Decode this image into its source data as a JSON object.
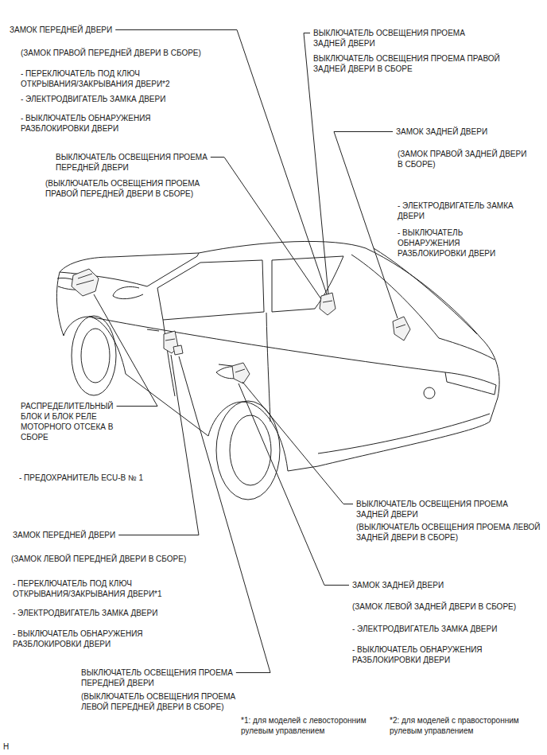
{
  "diagram": {
    "labels": [
      "ЗАМОК ПЕРЕДНЕЙ ДВЕРИ",
      "(ЗАМОК ПРАВОЙ ПЕРЕДНЕЙ ДВЕРИ В СБОРЕ)",
      "- ПЕРЕКЛЮЧАТЕЛЬ ПОД КЛЮЧ ОТКРЫВАНИЯ/ЗАКРЫВАНИЯ ДВЕРИ*2",
      "- ЭЛЕКТРОДВИГАТЕЛЬ ЗАМКА ДВЕРИ",
      "- ВЫКЛЮЧАТЕЛЬ ОБНАРУЖЕНИЯ РАЗБЛОКИРОВКИ ДВЕРИ",
      "ВЫКЛЮЧАТЕЛЬ ОСВЕЩЕНИЯ ПРОЕМА ЗАДНЕЙ ДВЕРИ",
      "ВЫКЛЮЧАТЕЛЬ ОСВЕЩЕНИЯ ПРОЕМА ПРАВОЙ ЗАДНЕЙ ДВЕРИ В СБОРЕ",
      "ЗАМОК ЗАДНЕЙ ДВЕРИ",
      "(ЗАМОК ПРАВОЙ ЗАДНЕЙ ДВЕРИ В СБОРЕ)",
      "ВЫКЛЮЧАТЕЛЬ ОСВЕЩЕНИЯ ПРОЕМА ПЕРЕДНЕЙ ДВЕРИ",
      "(ВЫКЛЮЧАТЕЛЬ ОСВЕЩЕНИЯ ПРОЕМА ПРАВОЙ ПЕРЕДНЕЙ ДВЕРИ В СБОРЕ)",
      "- ЭЛЕКТРОДВИГАТЕЛЬ ЗАМКА ДВЕРИ",
      "- ВЫКЛЮЧАТЕЛЬ ОБНАРУЖЕНИЯ РАЗБЛОКИРОВКИ ДВЕРИ",
      "РАСПРЕДЕЛИТЕЛЬНЫЙ БЛОК И БЛОК РЕЛЕ МОТОРНОГО ОТСЕКА В СБОРЕ",
      "- ПРЕДОХРАНИТЕЛЬ ECU-B № 1",
      "ВЫКЛЮЧАТЕЛЬ ОСВЕЩЕНИЯ ПРОЕМА ЗАДНЕЙ ДВЕРИ",
      "(ВЫКЛЮЧАТЕЛЬ ОСВЕЩЕНИЯ ПРОЕМА ЛЕВОЙ ЗАДНЕЙ ДВЕРИ В СБОРЕ)",
      "ЗАМОК ПЕРЕДНЕЙ ДВЕРИ",
      "(ЗАМОК ЛЕВОЙ ПЕРЕДНЕЙ ДВЕРИ В СБОРЕ)",
      "- ПЕРЕКЛЮЧАТЕЛЬ ПОД КЛЮЧ ОТКРЫВАНИЯ/ЗАКРЫВАНИЯ ДВЕРИ*1",
      "- ЭЛЕКТРОДВИГАТЕЛЬ ЗАМКА ДВЕРИ",
      "- ВЫКЛЮЧАТЕЛЬ ОБНАРУЖЕНИЯ РАЗБЛОКИРОВКИ ДВЕРИ",
      "ЗАМОК ЗАДНЕЙ ДВЕРИ",
      "(ЗАМОК ЛЕВОЙ ЗАДНЕЙ ДВЕРИ В СБОРЕ)",
      "- ЭЛЕКТРОДВИГАТЕЛЬ ЗАМКА ДВЕРИ",
      "- ВЫКЛЮЧАТЕЛЬ ОБНАРУЖЕНИЯ РАЗБЛОКИРОВКИ ДВЕРИ",
      "ВЫКЛЮЧАТЕЛЬ ОСВЕЩЕНИЯ ПРОЕМА ПЕРЕДНЕЙ ДВЕРИ",
      "(ВЫКЛЮЧАТЕЛЬ ОСВЕЩЕНИЯ ПРОЕМА ЛЕВОЙ ПЕРЕДНЕЙ ДВЕРИ В СБОРЕ)",
      "*1: для моделей с левосторонним рулевым управлением",
      "*2: для моделей с правосторонним рулевым управлением",
      "H"
    ]
  }
}
